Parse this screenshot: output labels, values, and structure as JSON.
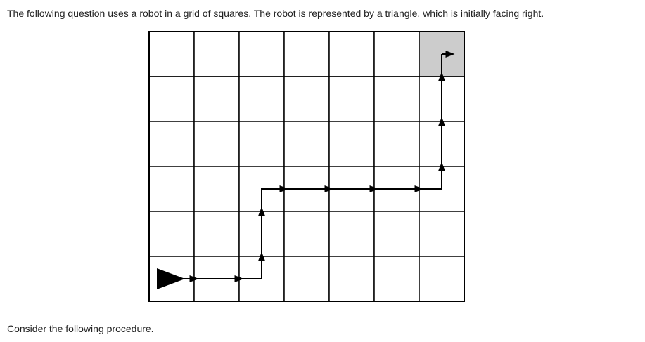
{
  "question": {
    "intro_text": "The following question uses a robot in a grid of squares. The robot is represented by a triangle, which is initially facing right.",
    "outro_text": "Consider the following procedure."
  },
  "grid": {
    "rows": 6,
    "cols": 7,
    "goal_cell": {
      "row": 0,
      "col": 6
    },
    "goal_color": "#cccccc",
    "line_color": "#000000",
    "robot": {
      "row": 5,
      "col": 0,
      "facing": "right"
    },
    "path": [
      {
        "row": 5,
        "col": 0
      },
      {
        "row": 5,
        "col": 2
      },
      {
        "row": 3,
        "col": 2
      },
      {
        "row": 3,
        "col": 6
      },
      {
        "row": 0,
        "col": 6
      }
    ],
    "final_facing": "right"
  }
}
